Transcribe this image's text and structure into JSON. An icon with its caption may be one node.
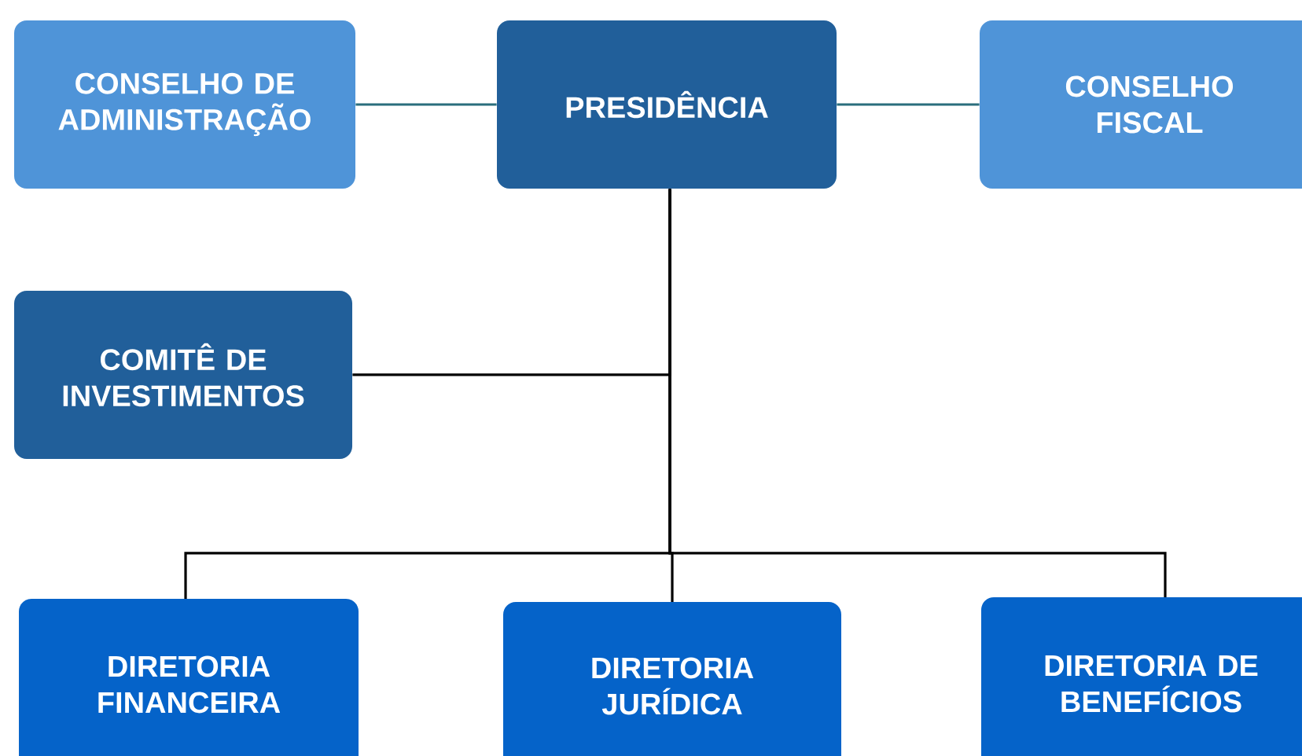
{
  "diagram": {
    "nodes": [
      {
        "text": [
          "CONSELHO DE ADMINISTRAÇÃO"
        ]
      },
      {
        "text": [
          "PRESIDÊNCIA"
        ]
      },
      {
        "text": [
          "CONSELHO FISCAL"
        ]
      },
      {
        "text": [
          "COMITÊ DE INVESTIMENTOS"
        ]
      },
      {
        "text": [
          "DIRETORIA FINANCEIRA"
        ]
      },
      {
        "text": [
          "DIRETORIA JURÍDICA"
        ]
      },
      {
        "text": [
          "DIRETORIA DE BENEFÍCIOS"
        ]
      }
    ],
    "edges": [
      {
        "from": 0,
        "to": 1,
        "arrow": "none",
        "color": "#2a6e7c"
      },
      {
        "from": 1,
        "to": 2,
        "arrow": "none",
        "color": "#2a6e7c"
      },
      {
        "from": 1,
        "to": 3,
        "arrow": "none"
      },
      {
        "from": 1,
        "to": 4,
        "arrow": "none"
      },
      {
        "from": 1,
        "to": 5,
        "arrow": "none"
      },
      {
        "from": 1,
        "to": 6,
        "arrow": "none"
      }
    ]
  }
}
